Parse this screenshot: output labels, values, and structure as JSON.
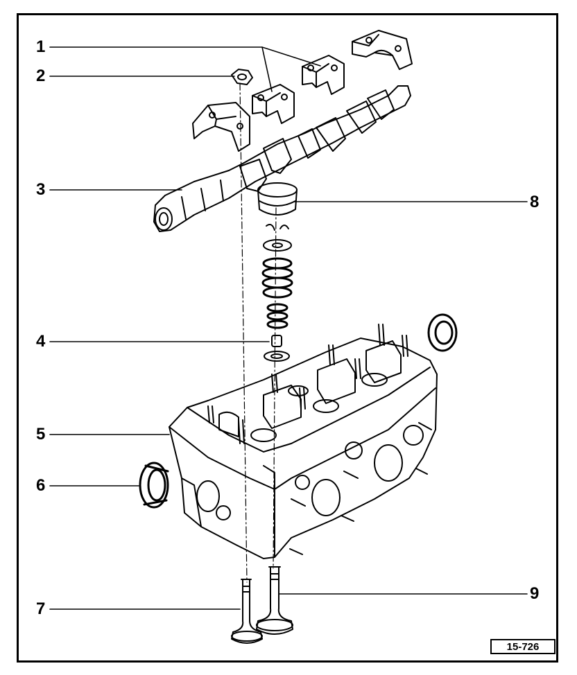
{
  "diagram": {
    "callouts": [
      {
        "id": "c1",
        "label": "1"
      },
      {
        "id": "c2",
        "label": "2"
      },
      {
        "id": "c3",
        "label": "3"
      },
      {
        "id": "c4",
        "label": "4"
      },
      {
        "id": "c5",
        "label": "5"
      },
      {
        "id": "c6",
        "label": "6"
      },
      {
        "id": "c7",
        "label": "7"
      },
      {
        "id": "c8",
        "label": "8"
      },
      {
        "id": "c9",
        "label": "9"
      }
    ],
    "figure_ref": "15-726"
  },
  "colors": {
    "ink": "#000000",
    "paper": "#ffffff"
  }
}
